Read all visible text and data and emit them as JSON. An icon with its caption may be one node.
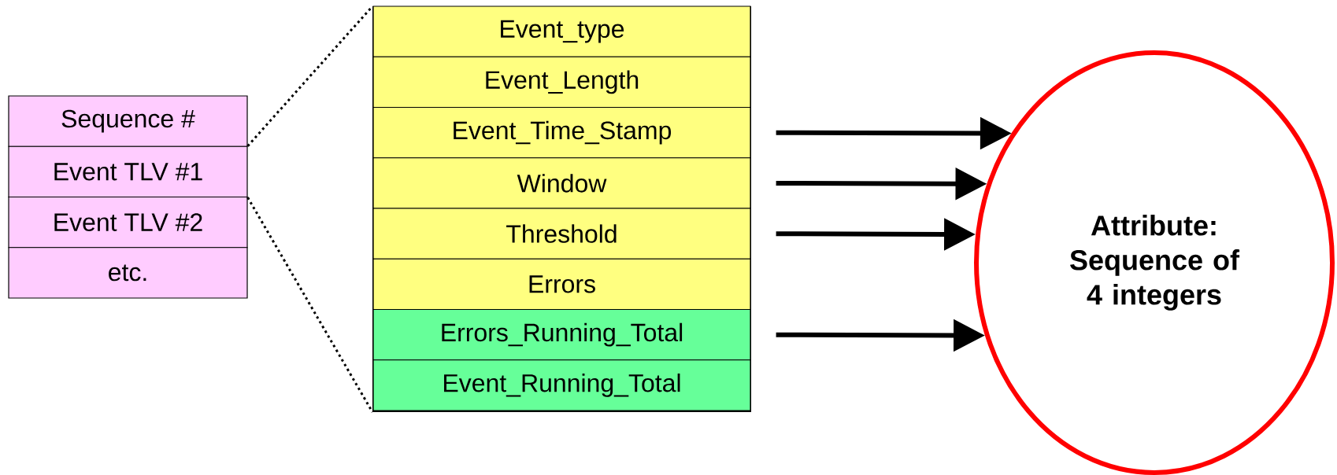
{
  "diagram": {
    "nodes": [
      {
        "text": [
          "Sequence #"
        ]
      },
      {
        "text": [
          "Event TLV #1"
        ]
      },
      {
        "text": [
          "Event TLV #2"
        ]
      },
      {
        "text": [
          "etc."
        ]
      },
      {
        "text": [],
        "shape": "box"
      },
      {
        "text": [
          "Event_type"
        ],
        "in": 4
      },
      {
        "text": [
          "Event_Length"
        ],
        "in": 4
      },
      {
        "text": [
          "Event_Time_Stamp"
        ],
        "in": 4
      },
      {
        "text": [
          "Window"
        ],
        "in": 4
      },
      {
        "text": [
          "Threshold"
        ],
        "in": 4
      },
      {
        "text": [
          "Errors"
        ],
        "in": 4
      },
      {
        "text": [
          "Errors_Running_Total"
        ],
        "in": 4
      },
      {
        "text": [
          "Event_Running_Total"
        ],
        "in": 4
      },
      {
        "text": [
          "Attribute: Sequence of 4 integers"
        ]
      }
    ],
    "edges": [
      {
        "from": 1,
        "to": 4,
        "arrow": "none",
        "style": "dashed"
      },
      {
        "from": 1,
        "to": 4,
        "arrow": "none",
        "style": "dashed"
      },
      {
        "from": 7,
        "to": 13,
        "arrow": "to"
      },
      {
        "from": 8,
        "to": 13,
        "arrow": "to"
      },
      {
        "from": 9,
        "to": 13,
        "arrow": "to"
      },
      {
        "from": 11,
        "to": 13,
        "arrow": "to"
      }
    ]
  }
}
